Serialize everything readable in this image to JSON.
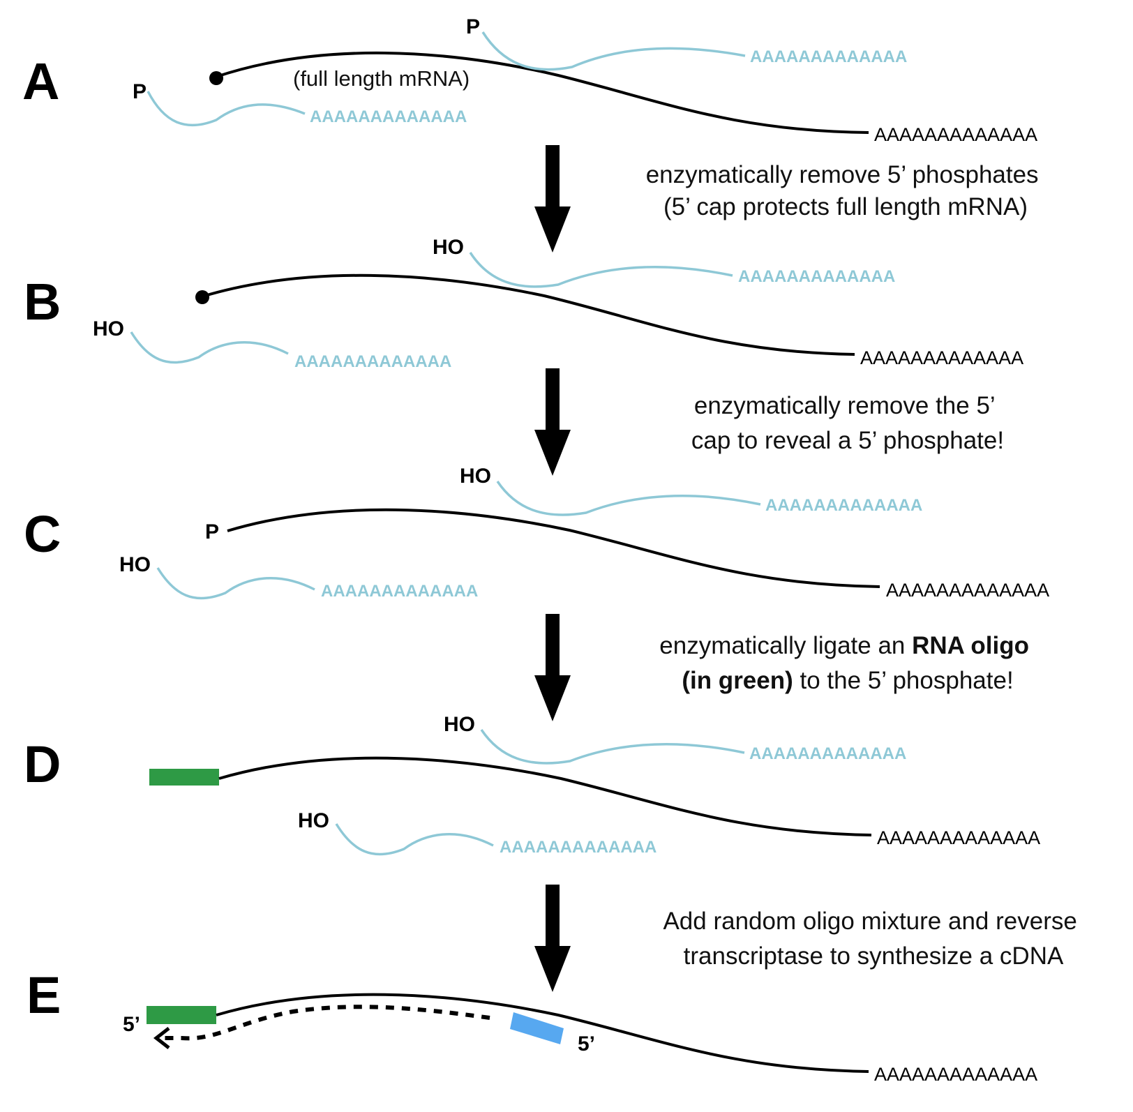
{
  "colors": {
    "mrna": "#000000",
    "fragment": "#8ec8d6",
    "rna_oligo": "#2e9a45",
    "primer": "#57a8f0",
    "arrow": "#000000"
  },
  "poly_a": "AAAAAAAAAAAAA",
  "panels": [
    {
      "label": "A",
      "full_length_note": "(full length mRNA)",
      "mrna_5prime": "cap",
      "fragments": [
        {
          "end": "P"
        },
        {
          "end": "P"
        }
      ]
    },
    {
      "label": "B",
      "mrna_5prime": "cap",
      "fragments": [
        {
          "end": "HO"
        },
        {
          "end": "HO"
        }
      ]
    },
    {
      "label": "C",
      "mrna_5prime": "P",
      "fragments": [
        {
          "end": "HO"
        },
        {
          "end": "HO"
        }
      ]
    },
    {
      "label": "D",
      "mrna_5prime": "RNA oligo",
      "fragments": [
        {
          "end": "HO"
        },
        {
          "end": "HO"
        }
      ]
    },
    {
      "label": "E",
      "oligo_end": "5’",
      "primer_end": "5’"
    }
  ],
  "steps": [
    {
      "lines": [
        [
          "enzymatically remove 5’ phosphates"
        ],
        [
          "(5’ cap protects full length mRNA)"
        ]
      ]
    },
    {
      "lines": [
        [
          "enzymatically remove the 5’"
        ],
        [
          "cap to reveal a 5’ phosphate!"
        ]
      ]
    },
    {
      "line1_regular": "enzymatically ligate an ",
      "line1_bold": "RNA oligo",
      "line2_bold": "(in green)",
      "line2_regular": " to the 5’ phosphate!"
    },
    {
      "lines": [
        [
          "Add random oligo mixture and reverse"
        ],
        [
          "transcriptase to synthesize a cDNA"
        ]
      ]
    }
  ]
}
